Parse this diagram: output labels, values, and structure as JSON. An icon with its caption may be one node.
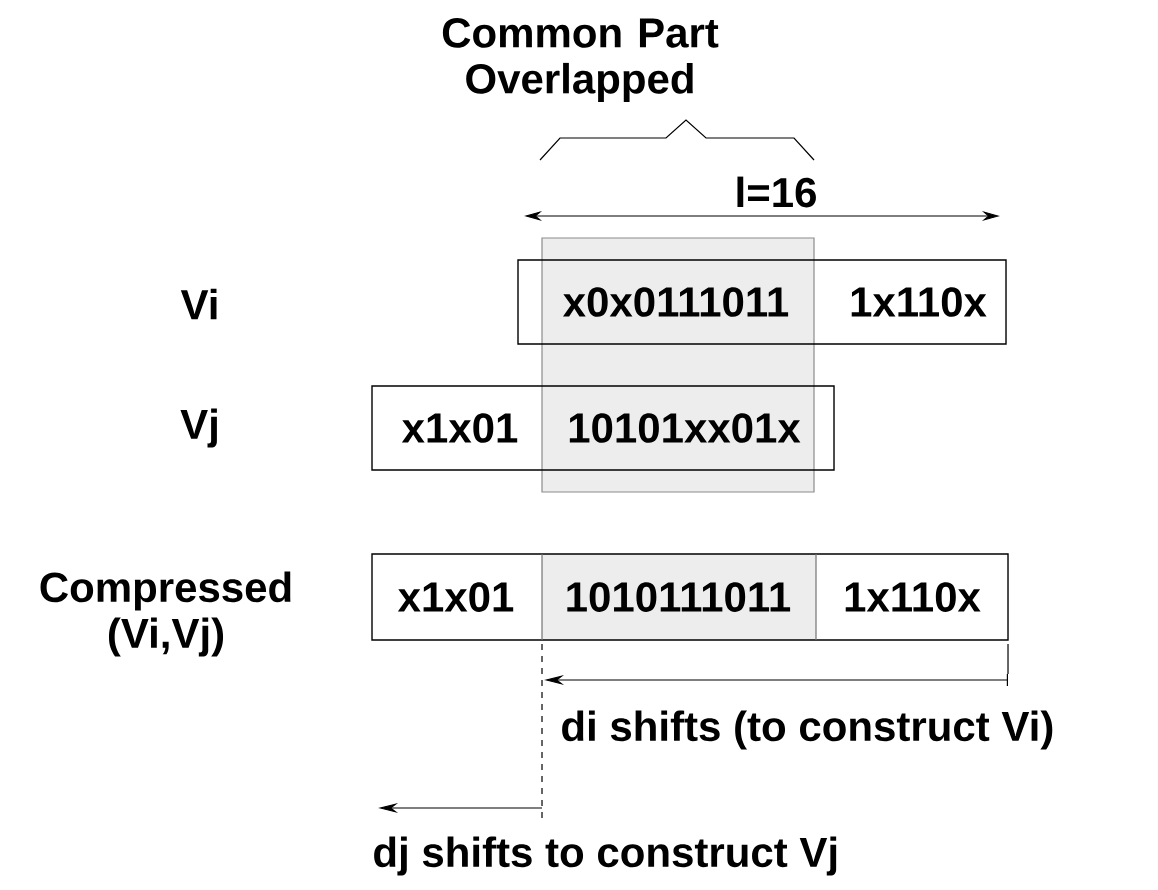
{
  "diagram": {
    "nodes": [
      {
        "text": [
          "x0x0111011",
          "1x110x"
        ]
      },
      {
        "text": [
          "x1x01",
          "10101xx01x"
        ]
      },
      {
        "text": [
          "x1x01",
          "1010111011",
          "1x110x"
        ]
      },
      {
        "text": [],
        "shape": "box"
      }
    ],
    "labels": [
      "Common Part Overlapped",
      "l=16",
      "Vi",
      "Vj",
      "Compressed (Vi,Vj)",
      "di shifts (to construct Vi)",
      "dj shifts to construct Vj"
    ]
  }
}
